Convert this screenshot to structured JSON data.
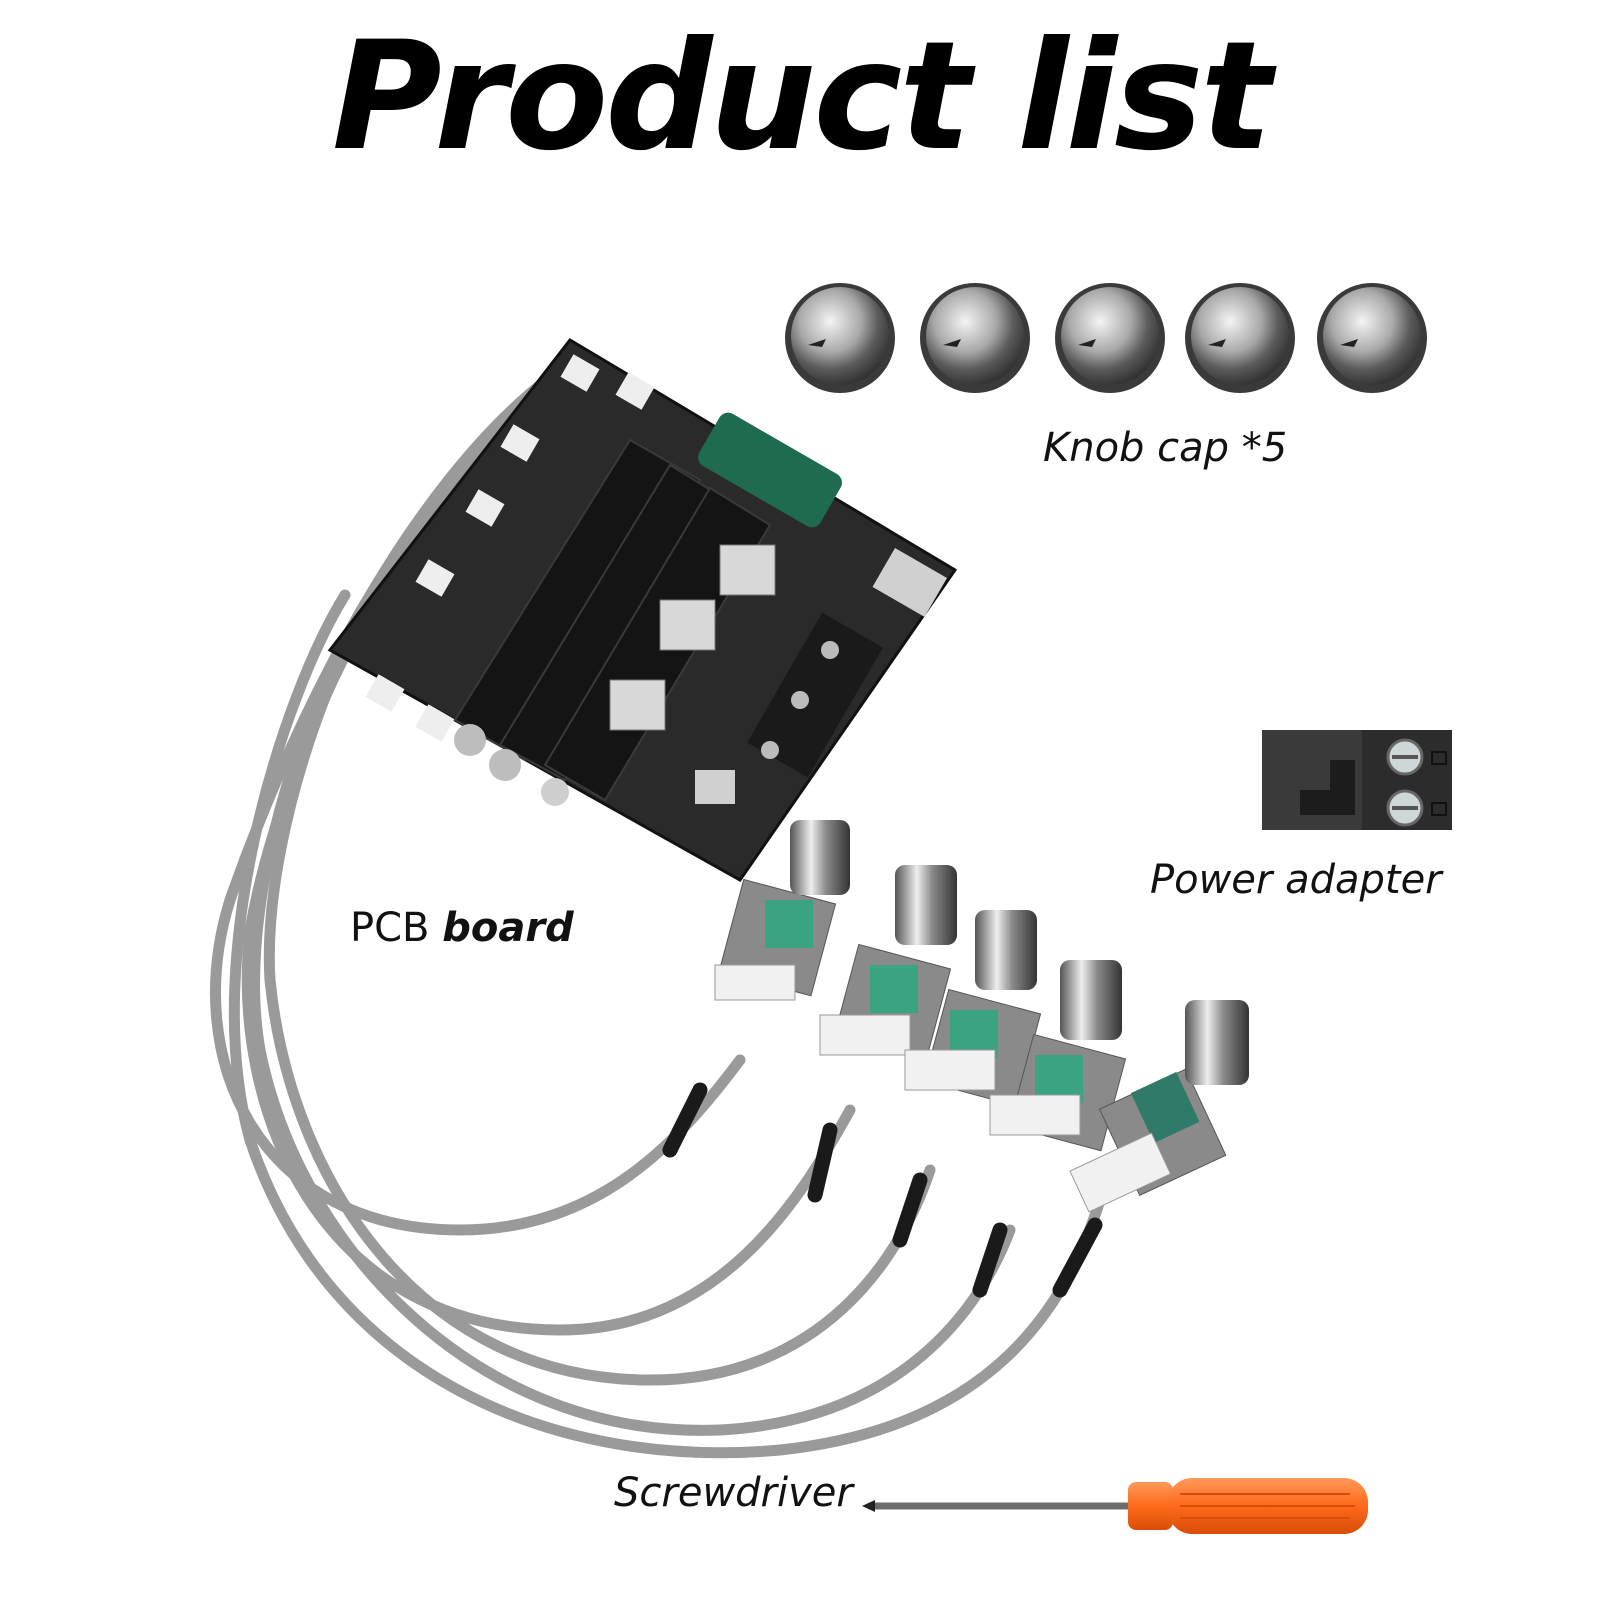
{
  "title": "Product list",
  "items": {
    "knob_cap": {
      "label": "Knob cap *5"
    },
    "power_adapter": {
      "label": "Power adapter"
    },
    "pcb_board": {
      "label_plain": "PCB",
      "label_bold": "board"
    },
    "screwdriver": {
      "label": "Screwdriver"
    }
  },
  "colors": {
    "text": "#111111",
    "cable": "#9a9a9a",
    "pcb": "#2a2a2a",
    "heatsink": "#1a1a1a",
    "capacitor": "#1f6b4f",
    "screwdriver_handle": "#ff6a1a"
  }
}
